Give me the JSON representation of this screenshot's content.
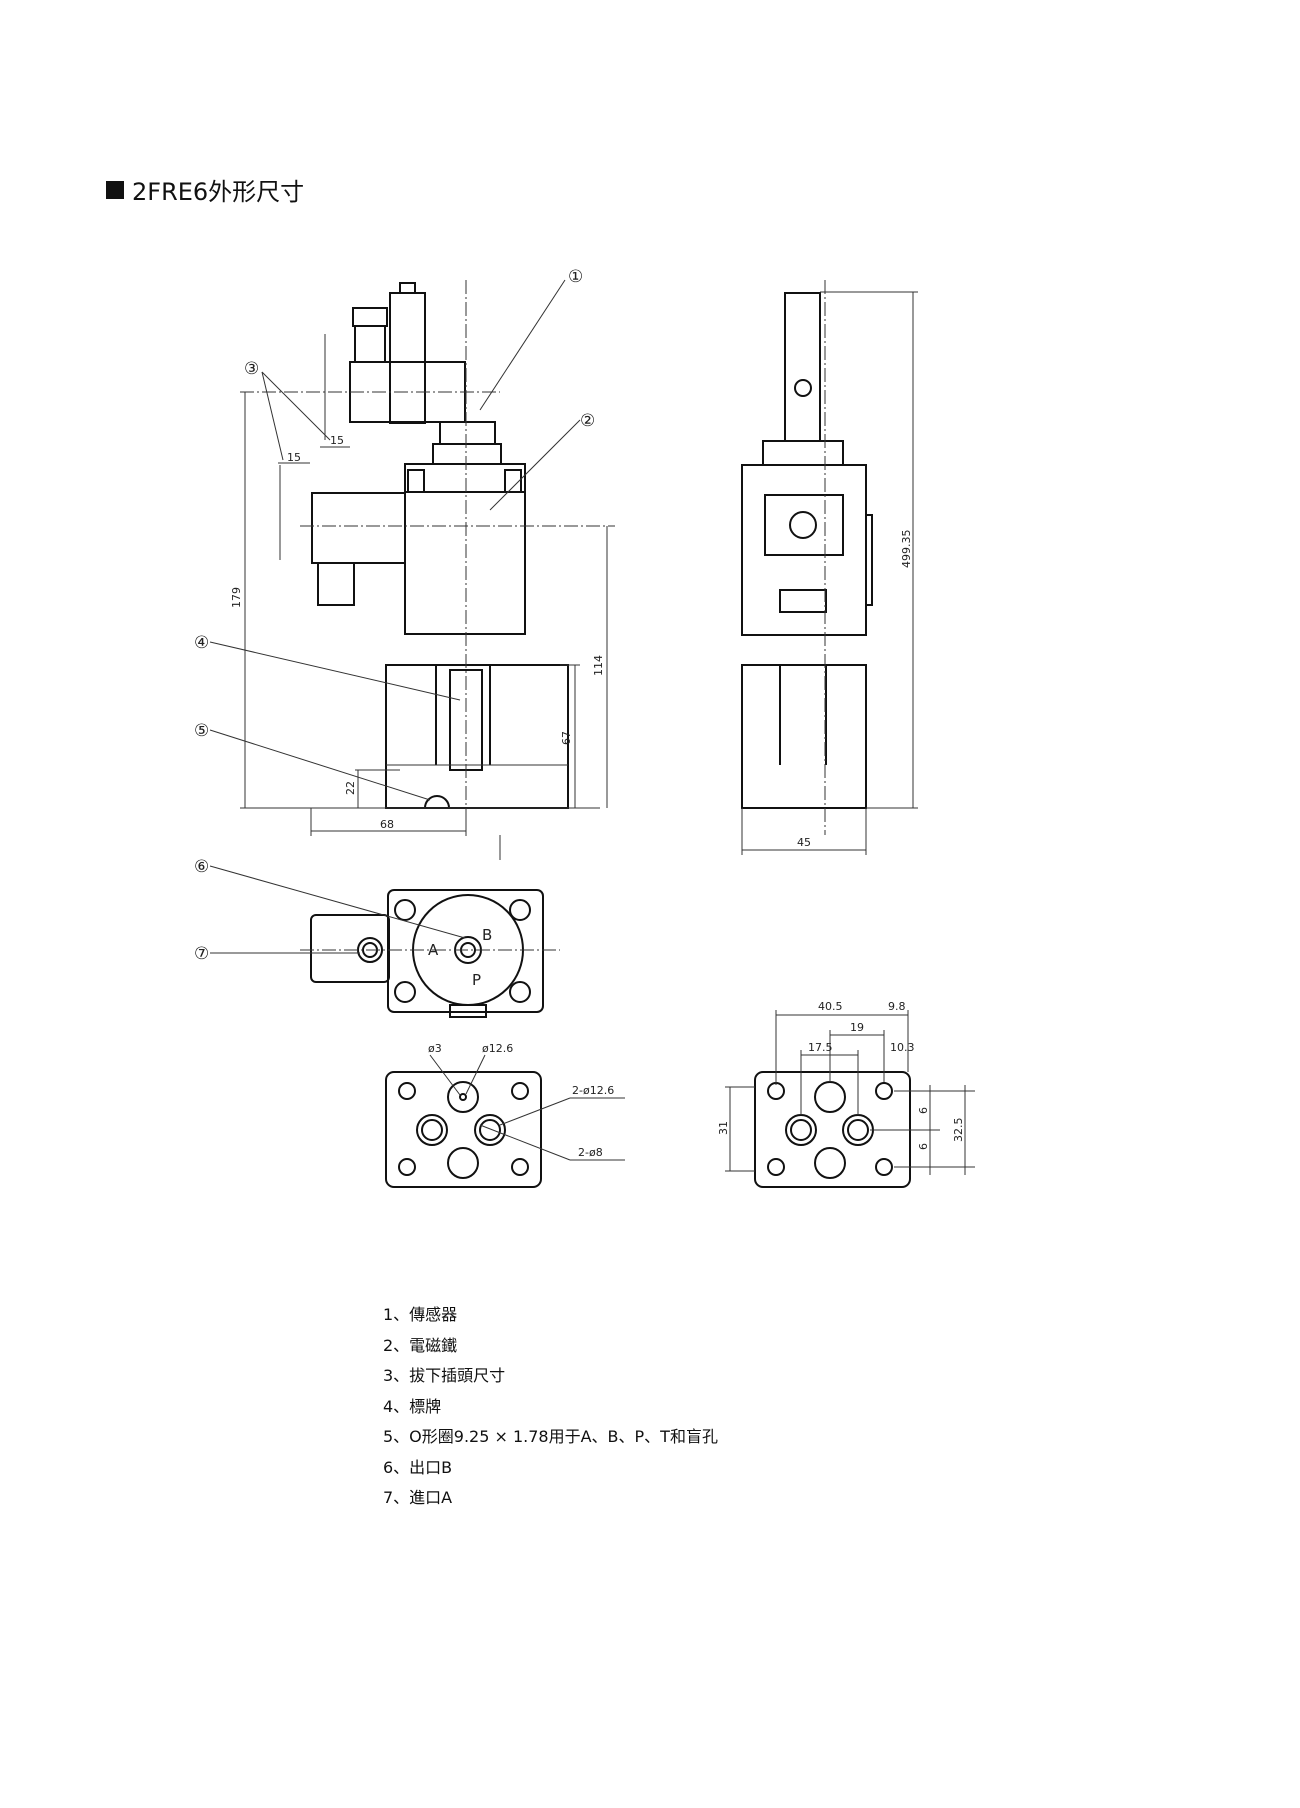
{
  "title": "2FRE6外形尺寸",
  "callouts": [
    "①",
    "②",
    "③",
    "④",
    "⑤",
    "⑥",
    "⑦"
  ],
  "dimensions": {
    "plug_15_upper": "15",
    "plug_15_lower": "15",
    "height_179": "179",
    "height_114": "114",
    "height_67": "67",
    "height_22": "22",
    "width_68": "68",
    "width_45": "45",
    "height_499": "499.35",
    "d40_5": "40.5",
    "d9_8": "9.8",
    "d19": "19",
    "d17_5": "17.5",
    "d10_3": "10.3",
    "d31": "31",
    "d6a": "6",
    "d6b": "6",
    "d32_5": "32.5",
    "phi3": "ø3",
    "phi12_6": "ø12.6",
    "two_phi12_6": "2-ø12.6",
    "two_phi8": "2-ø8"
  },
  "ports": {
    "a": "A",
    "b": "B",
    "p": "P"
  },
  "legend": [
    "1、傳感器",
    "2、電磁鐵",
    "3、拔下插頭尺寸",
    "4、標牌",
    "5、O形圈9.25 × 1.78用于A、B、P、T和盲孔",
    "6、出口B",
    "7、進口A"
  ]
}
